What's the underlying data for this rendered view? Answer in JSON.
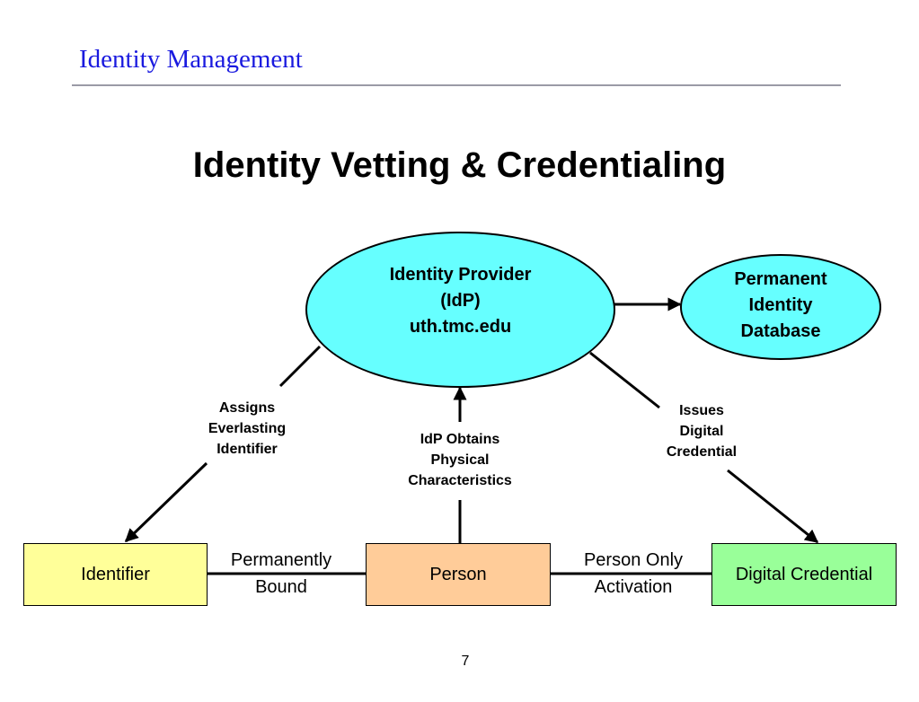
{
  "header": {
    "title": "Identity Management"
  },
  "slide": {
    "title": "Identity Vetting & Credentialing",
    "page_number": "7"
  },
  "nodes": {
    "idp": {
      "line1": "Identity Provider",
      "line2": "(IdP)",
      "line3": "uth.tmc.edu"
    },
    "database": {
      "line1": "Permanent",
      "line2": "Identity",
      "line3": "Database"
    },
    "identifier": {
      "label": "Identifier"
    },
    "person": {
      "label": "Person"
    },
    "credential": {
      "label": "Digital Credential"
    }
  },
  "edge_labels": {
    "assigns": {
      "line1": "Assigns",
      "line2": "Everlasting",
      "line3": "Identifier"
    },
    "obtains": {
      "line1": "IdP Obtains",
      "line2": "Physical",
      "line3": "Characteristics"
    },
    "issues": {
      "line1": "Issues",
      "line2": "Digital",
      "line3": "Credential"
    },
    "bound": {
      "line1": "Permanently",
      "line2": "Bound"
    },
    "activation": {
      "line1": "Person Only",
      "line2": "Activation"
    }
  },
  "colors": {
    "header_text": "#1a1adf",
    "ellipse_fill": "#66ffff",
    "identifier_fill": "#ffff99",
    "person_fill": "#ffcc99",
    "credential_fill": "#99ff99"
  }
}
